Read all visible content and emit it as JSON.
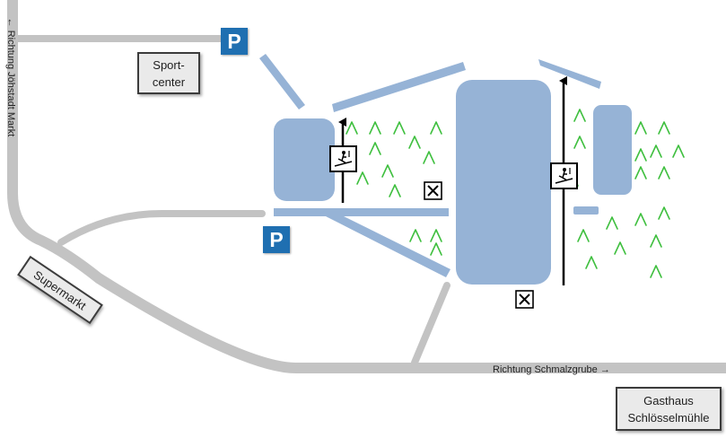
{
  "labels": {
    "road_left": "← Richtung Jöhstadt Markt",
    "road_bottom": "Richtung Schmalzgrube →"
  },
  "places": {
    "sportcenter_line1": "Sport-",
    "sportcenter_line2": "center",
    "supermarkt": "Supermarkt",
    "gasthaus_line1": "Gasthaus",
    "gasthaus_line2": "Schlösselmühle"
  },
  "parking": {
    "symbol": "P"
  },
  "colors": {
    "road": "#c3c3c3",
    "slope": "#96b3d6",
    "parking_sign": "#1f6fb1",
    "tree": "#3fbf3f",
    "lift": "#000000"
  },
  "icons": {
    "lift": "ski-lift-icon",
    "restaurant": "restaurant-icon",
    "tree": "tree-icon",
    "parking": "parking-icon"
  }
}
